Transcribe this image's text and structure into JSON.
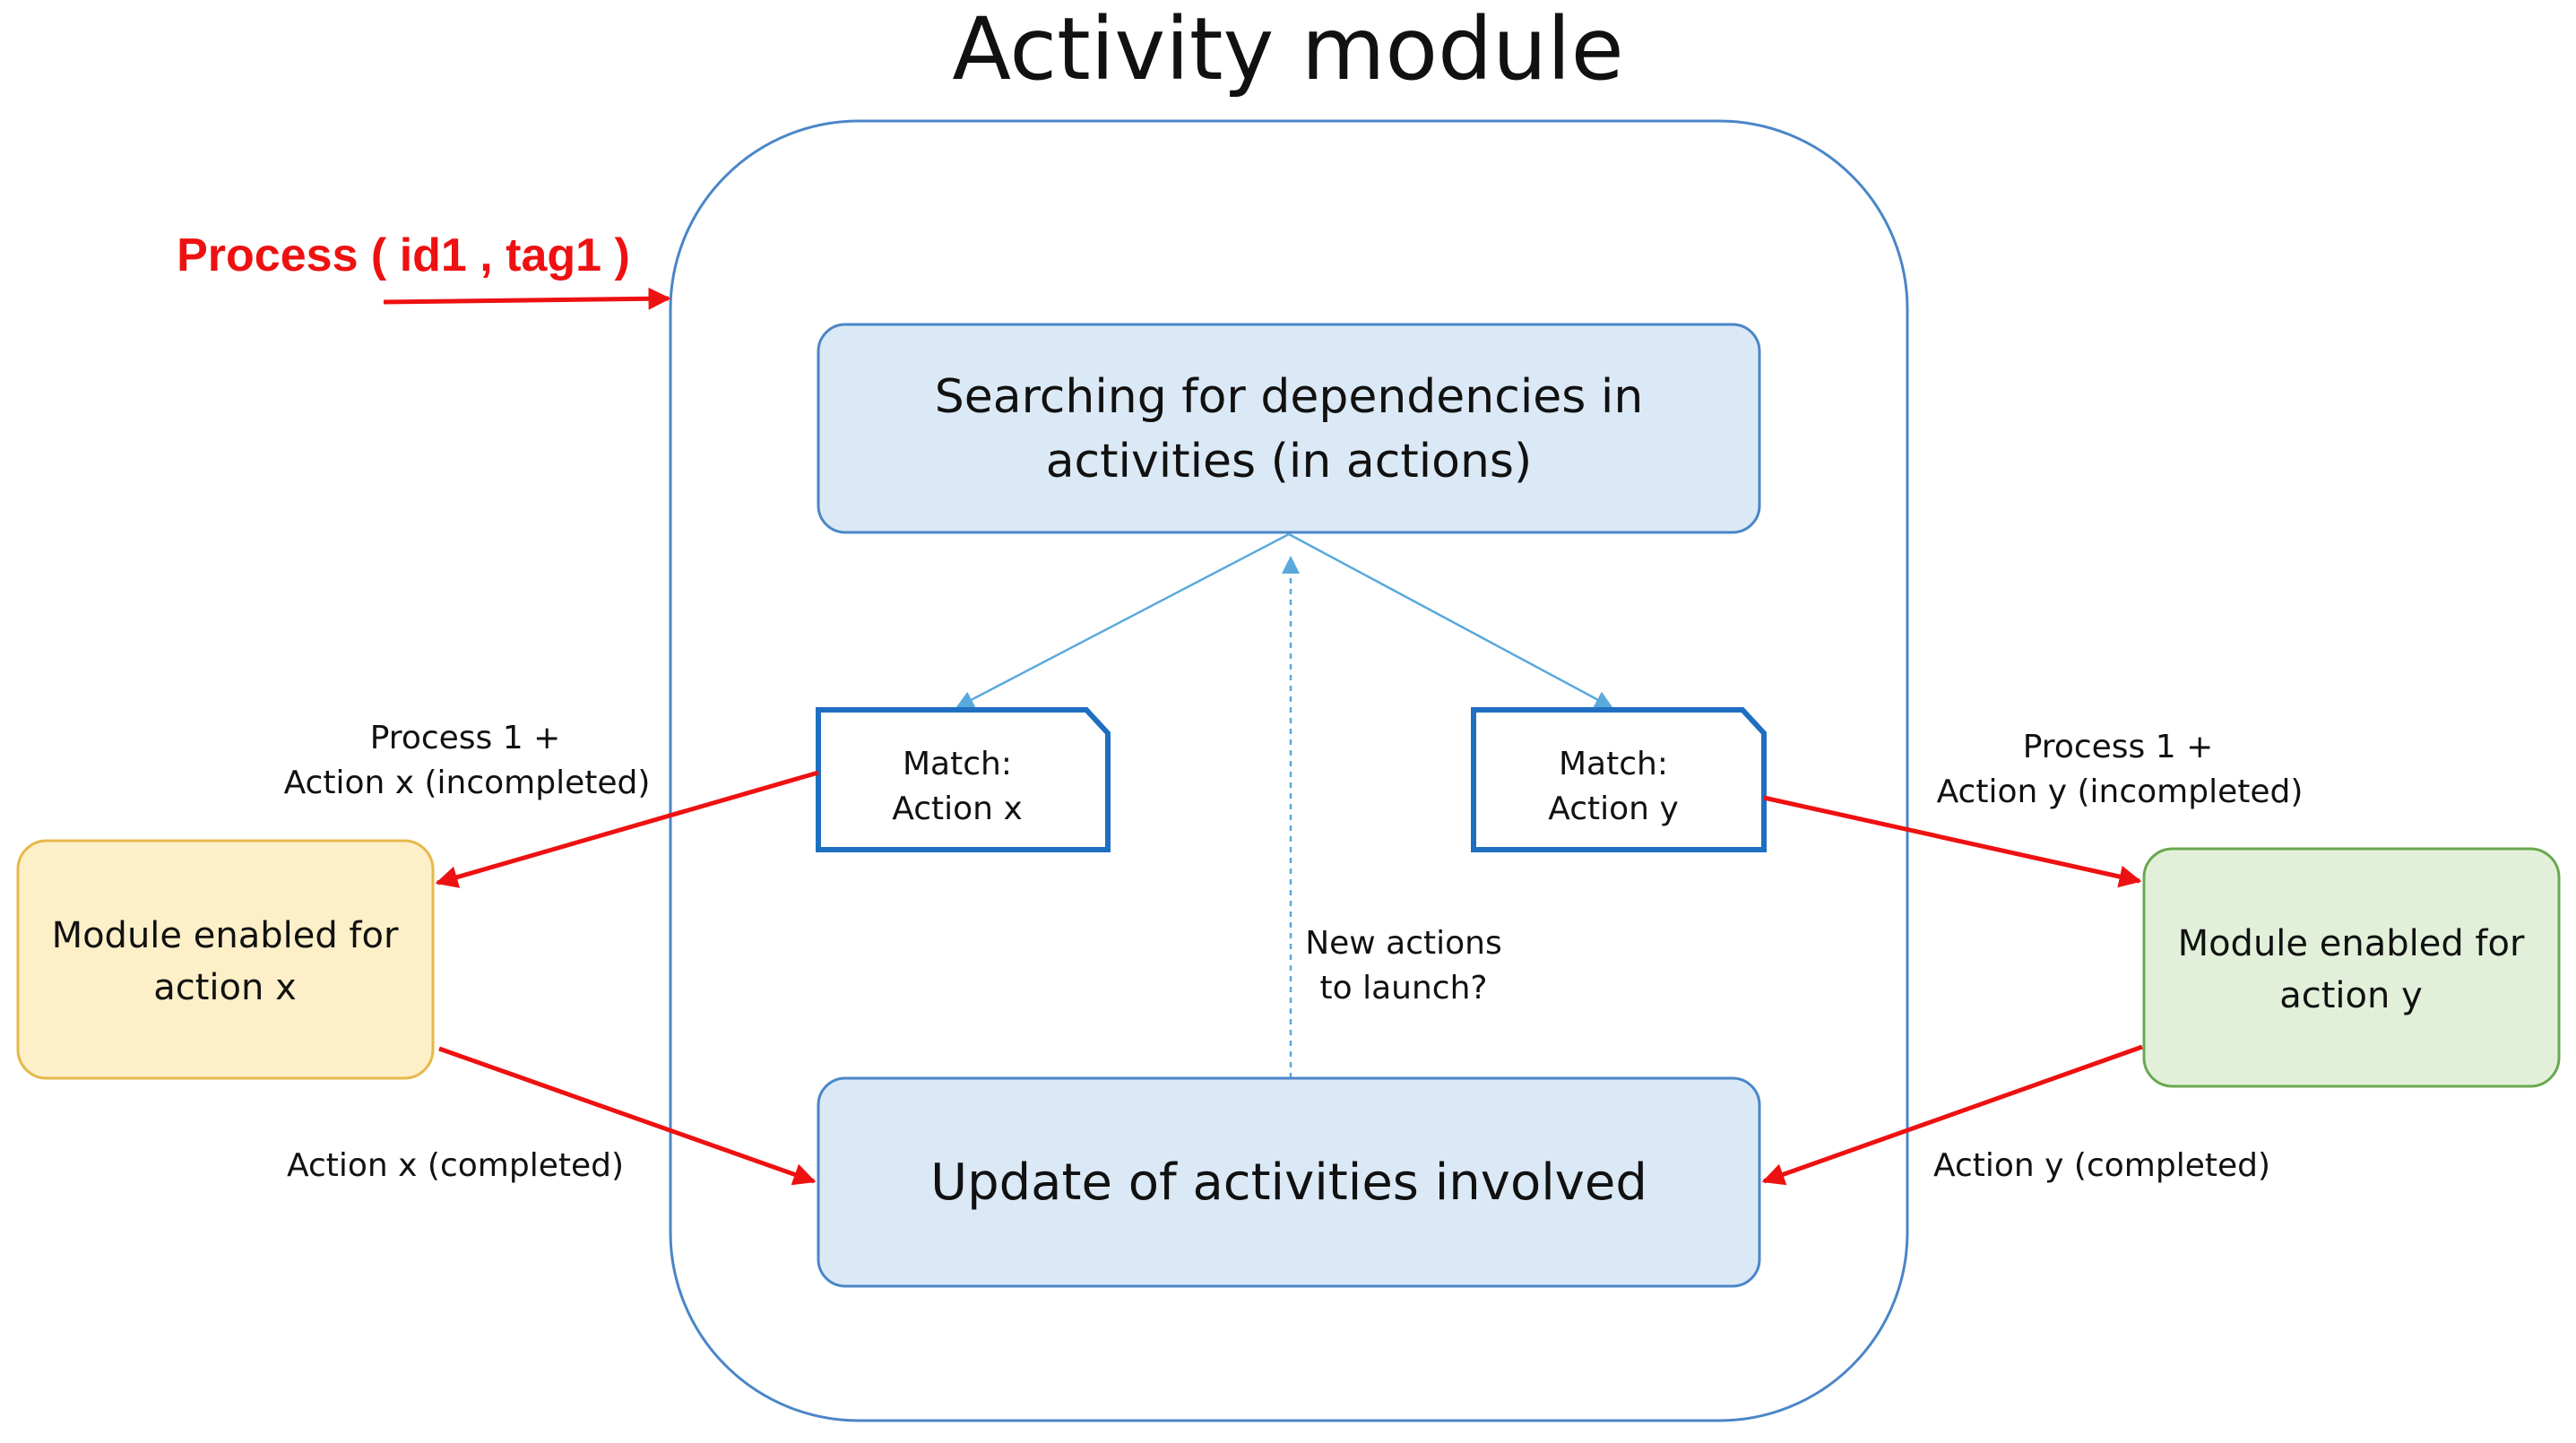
{
  "title": "Activity module",
  "input": {
    "label": "Process ( id1 , tag1 )"
  },
  "search_box": {
    "line1": "Searching for dependencies in",
    "line2": "activities (in actions)"
  },
  "update_box": {
    "label": "Update of activities involved"
  },
  "match_x": {
    "line1": "Match:",
    "line2": "Action x"
  },
  "match_y": {
    "line1": "Match:",
    "line2": "Action y"
  },
  "loop_label": {
    "line1": "New actions",
    "line2": "to launch?"
  },
  "module_x": {
    "line1": "Module enabled for",
    "line2": "action x"
  },
  "module_y": {
    "line1": "Module enabled for",
    "line2": "action y"
  },
  "edge_labels": {
    "to_module_x": {
      "line1": "Process 1 +",
      "line2": "Action x (incompleted)"
    },
    "to_module_y": {
      "line1": "Process 1 +",
      "line2": "Action y (incompleted)"
    },
    "from_module_x": "Action x (completed)",
    "from_module_y": "Action y (completed)"
  },
  "colors": {
    "container_stroke": "#4a86c8",
    "box_fill": "#dbe9f6",
    "box_stroke": "#4a86c8",
    "doc_stroke": "#1f6fc1",
    "thin_arrow": "#5aa9dc",
    "red": "#ee1111",
    "module_x_fill": "#fdf0c8",
    "module_x_stroke": "#e6b84a",
    "module_y_fill": "#e2f0d9",
    "module_y_stroke": "#6aa84f"
  }
}
